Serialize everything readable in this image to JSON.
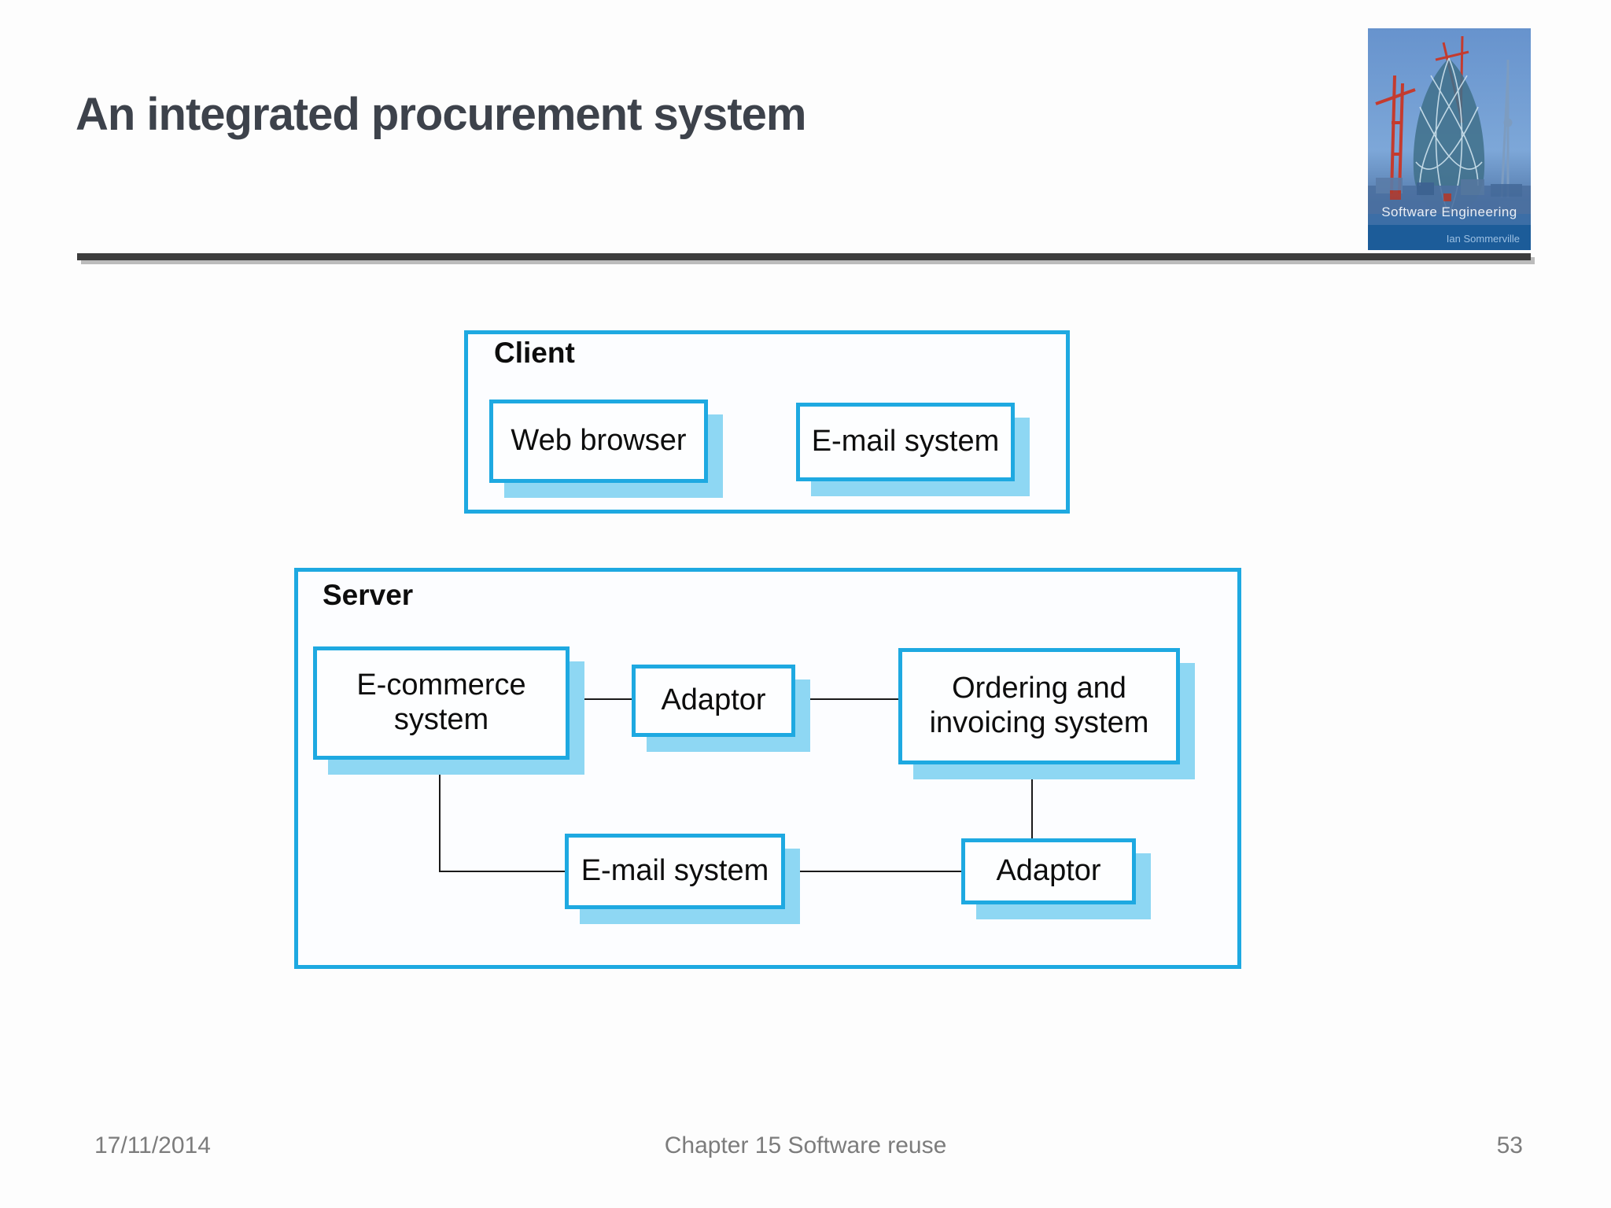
{
  "title": "An integrated procurement system",
  "logo": {
    "book_title": "Software Engineering",
    "book_author": "Ian Sommerville"
  },
  "diagram": {
    "client": {
      "label": "Client",
      "web_browser": "Web browser",
      "email_system": "E-mail system"
    },
    "server": {
      "label": "Server",
      "ecommerce": "E-commerce system",
      "adaptor_top": "Adaptor",
      "ordering": "Ordering and invoicing system",
      "email_system": "E-mail system",
      "adaptor_bottom": "Adaptor"
    }
  },
  "footer": {
    "date": "17/11/2014",
    "chapter": "Chapter 15 Software reuse",
    "page_number": "53"
  },
  "colors": {
    "accent": "#1ea9e1",
    "box_shadow": "#8ed7f3",
    "title_text": "#3d424b",
    "rule": "#3d3d3d",
    "connector": "#1a1a1a",
    "footer_text": "#7c7c7c",
    "cover_band": "#1c5c99"
  }
}
